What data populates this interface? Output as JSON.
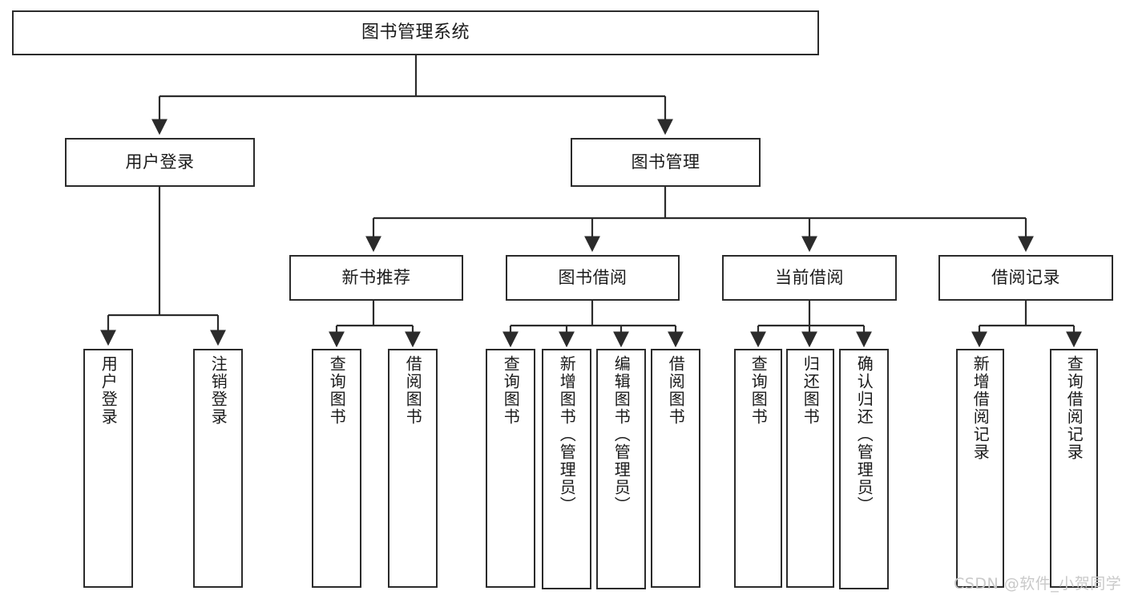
{
  "diagram": {
    "title": "图书管理系统",
    "type": "tree-structure-chart",
    "root": {
      "label": "图书管理系统"
    },
    "level2": [
      {
        "label": "用户登录"
      },
      {
        "label": "图书管理"
      }
    ],
    "level3": [
      {
        "label": "新书推荐"
      },
      {
        "label": "图书借阅"
      },
      {
        "label": "当前借阅"
      },
      {
        "label": "借阅记录"
      }
    ],
    "leaves": {
      "user_login": [
        {
          "label": "用户登录"
        },
        {
          "label": "注销登录"
        }
      ],
      "new_book_recommend": [
        {
          "label": "查询图书"
        },
        {
          "label": "借阅图书"
        }
      ],
      "book_borrow": [
        {
          "label": "查询图书"
        },
        {
          "label": "新增图书（管理员）"
        },
        {
          "label": "编辑图书（管理员）"
        },
        {
          "label": "借阅图书"
        }
      ],
      "current_borrow": [
        {
          "label": "查询图书"
        },
        {
          "label": "归还图书"
        },
        {
          "label": "确认归还（管理员）"
        }
      ],
      "borrow_record": [
        {
          "label": "新增借阅记录"
        },
        {
          "label": "查询借阅记录"
        }
      ]
    },
    "watermark": "CSDN @软件_小贺同学",
    "colors": {
      "border": "#2b2b2b",
      "text": "#1a1a1a",
      "background": "#ffffff",
      "watermark": "#c9c9c9"
    }
  }
}
